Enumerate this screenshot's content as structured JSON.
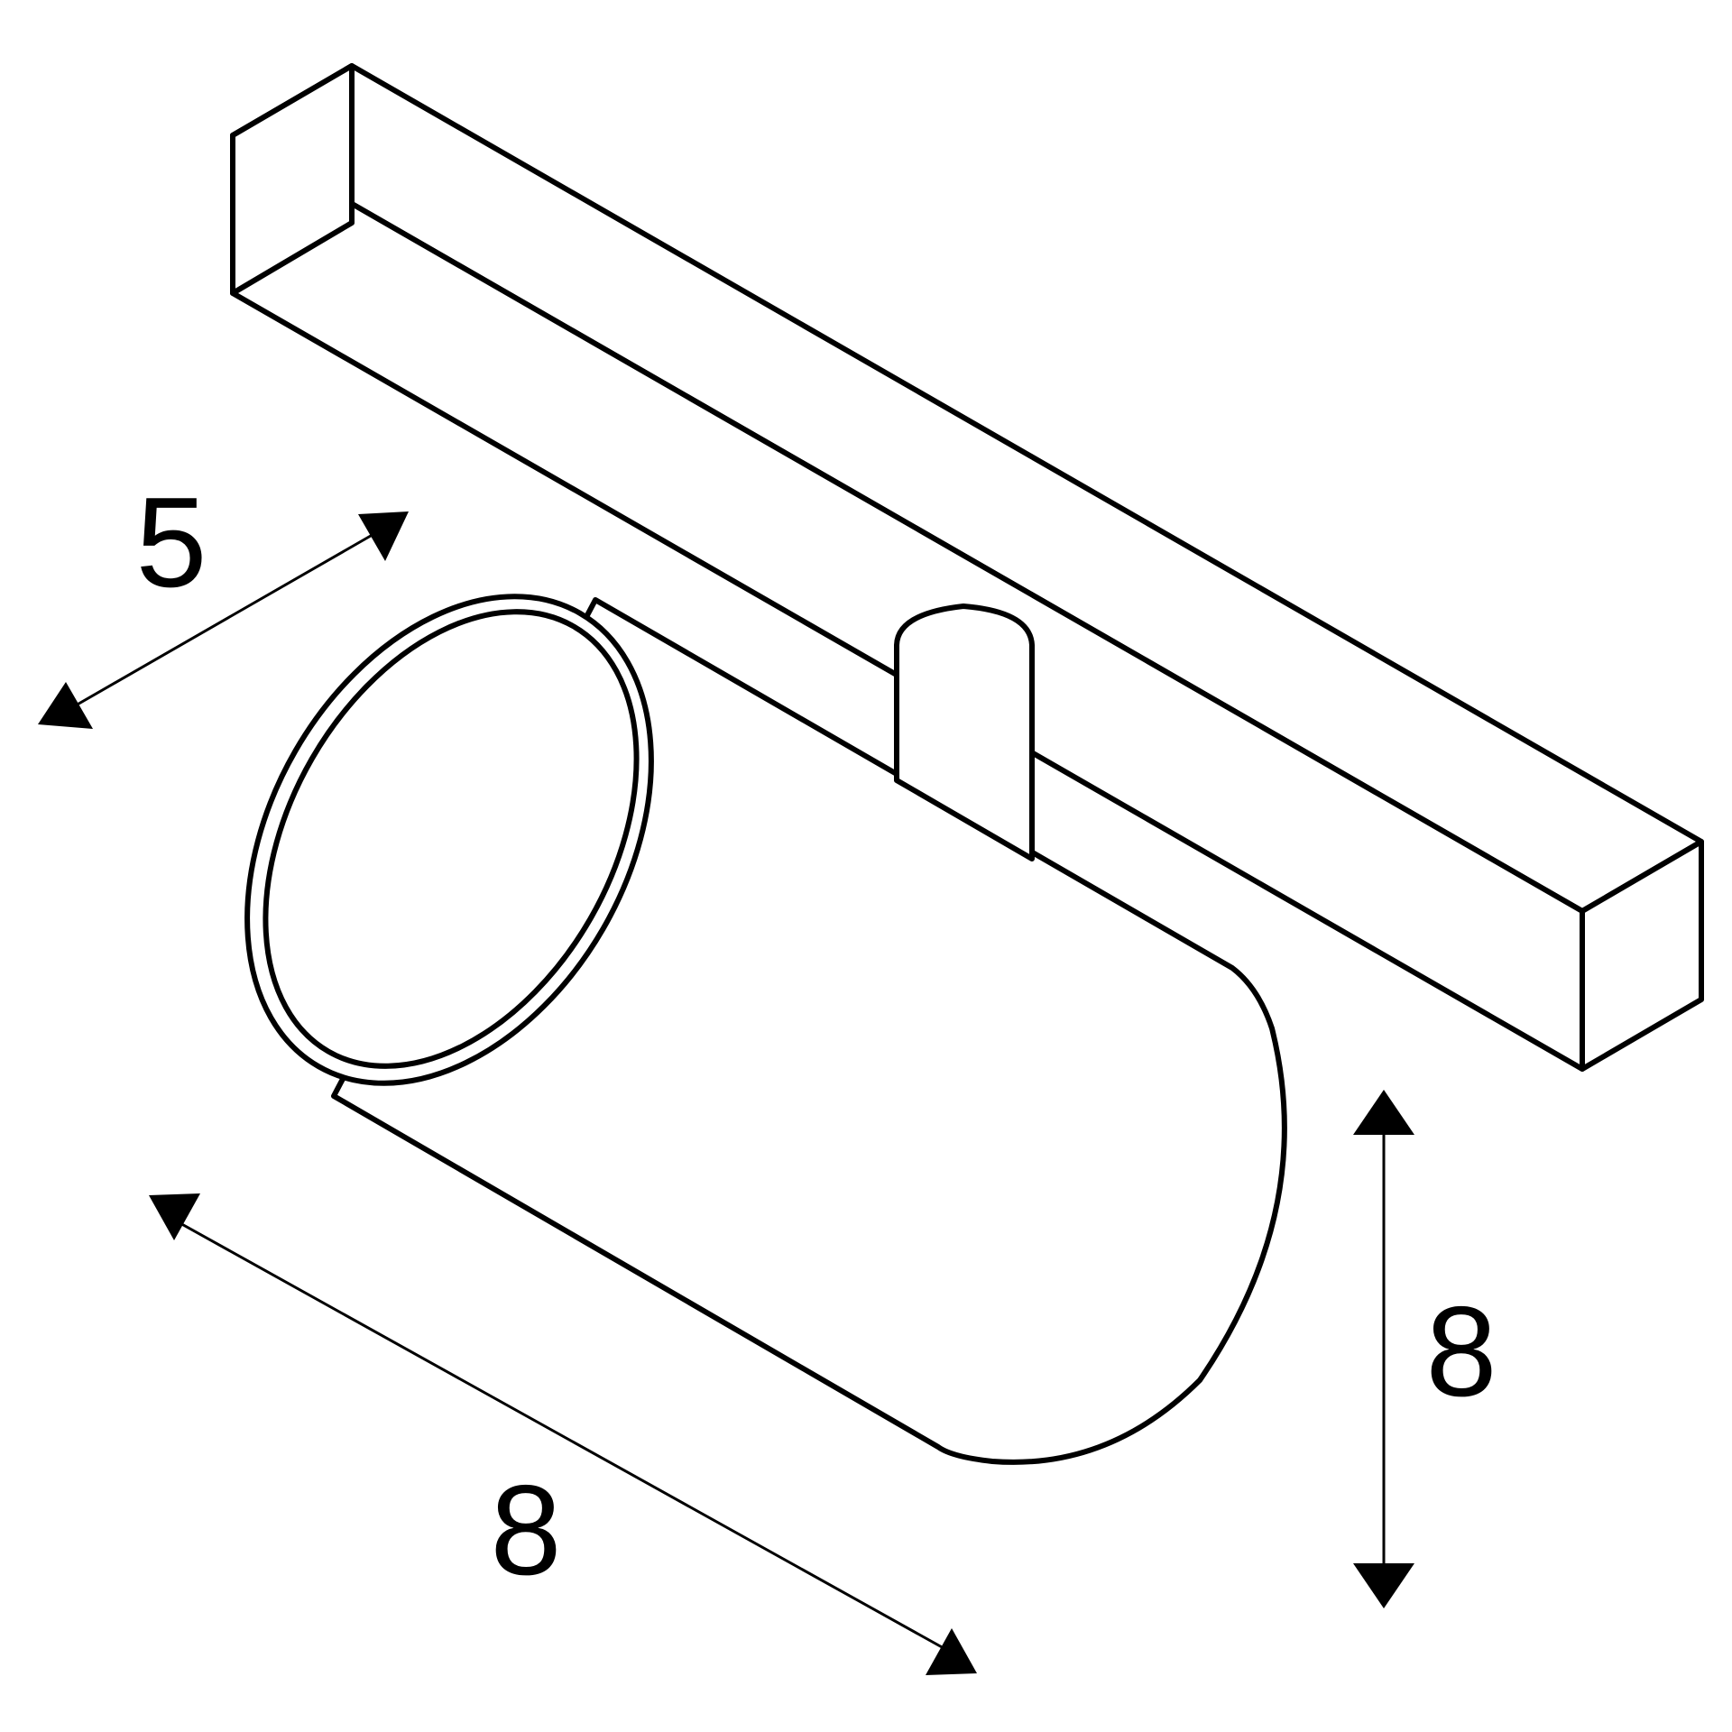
{
  "diagram": {
    "dimensions": {
      "depth": "5",
      "length": "8",
      "height": "8"
    },
    "colors": {
      "line": "#000000",
      "background": "#ffffff"
    }
  }
}
